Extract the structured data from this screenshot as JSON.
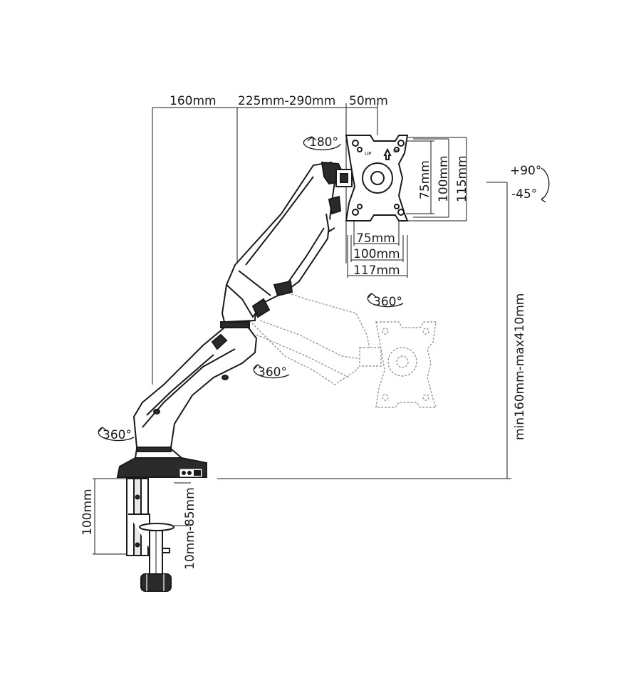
{
  "labels": {
    "dim_base_offset": "160mm",
    "dim_arm_length": "225mm-290mm",
    "dim_plate_offset": "50mm",
    "rot_head": "180°",
    "dim_vesa_h_75": "75mm",
    "dim_vesa_h_100": "100mm",
    "dim_plate_h": "115mm",
    "dim_vesa_w_75": "75mm",
    "dim_vesa_w_100": "100mm",
    "dim_plate_w": "117mm",
    "tilt_up": "+90°",
    "tilt_down": "-45°",
    "rot_upper": "360°",
    "rot_mid": "360°",
    "rot_base": "360°",
    "dim_height_range": "min160mm-max410mm",
    "dim_clamp_height": "100mm",
    "dim_clamp_range": "10mm-85mm"
  },
  "plate_markings": {
    "up_left": "UP",
    "up_right": "UP"
  }
}
